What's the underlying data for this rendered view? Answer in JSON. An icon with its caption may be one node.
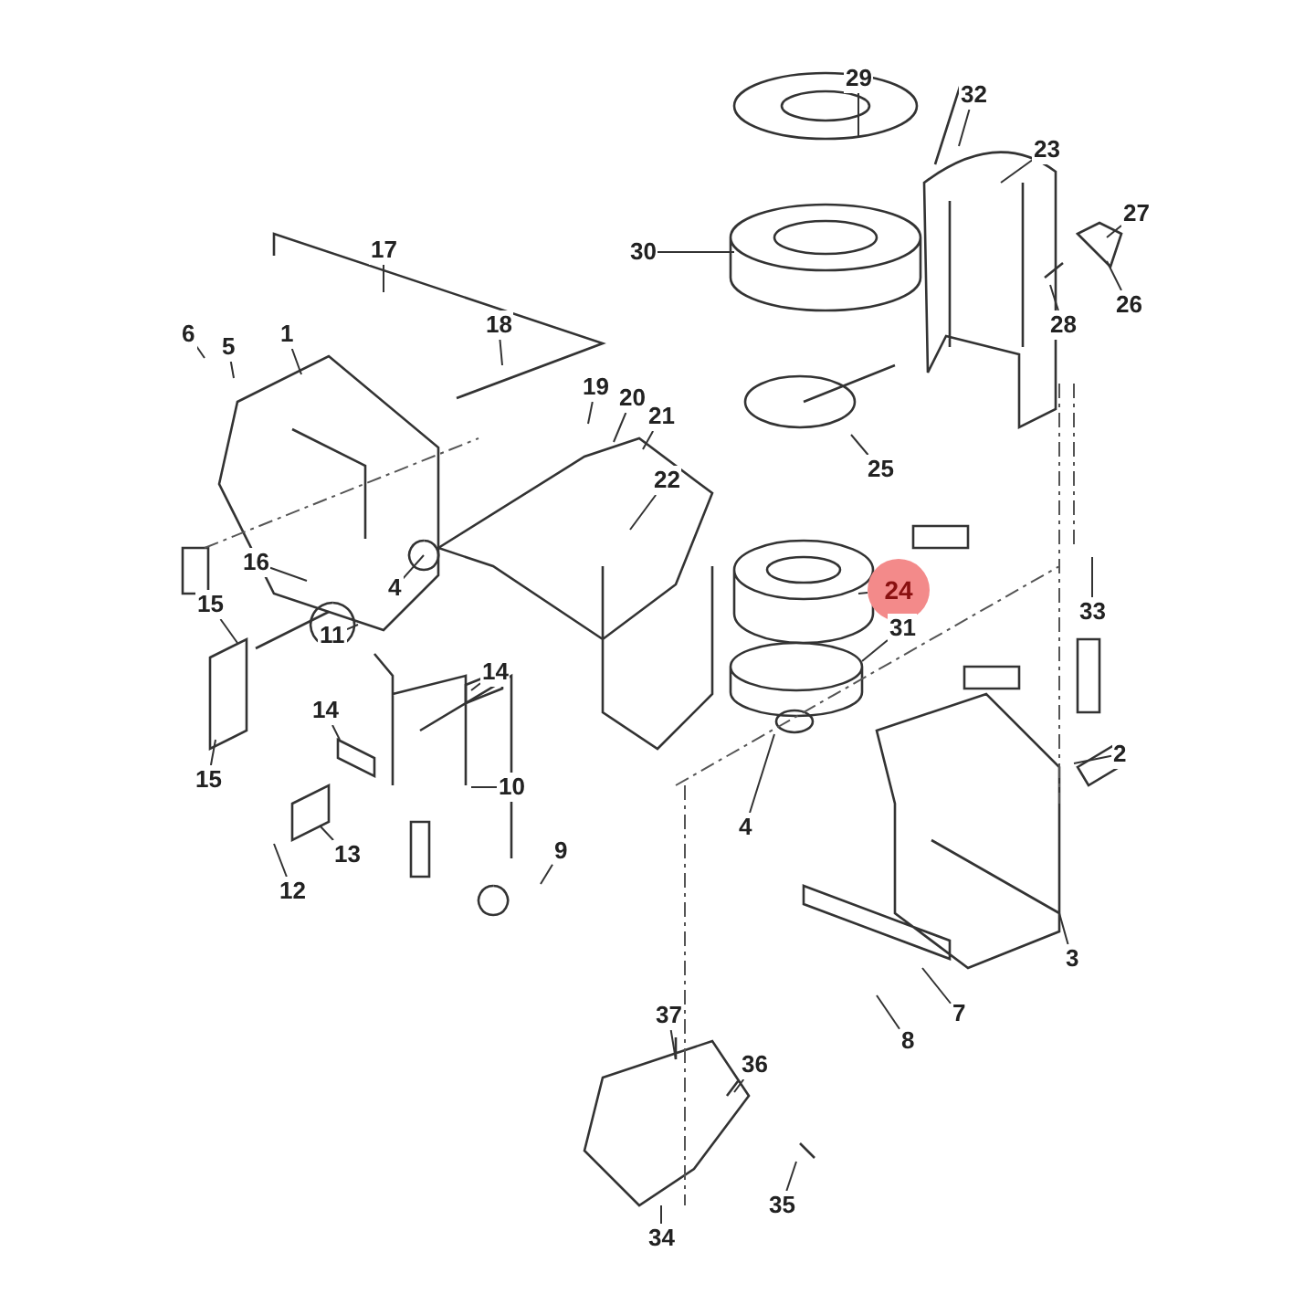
{
  "diagram": {
    "nodes": [
      {
        "text": [
          "29"
        ]
      },
      {
        "text": [
          "32"
        ]
      },
      {
        "text": [
          "23"
        ]
      },
      {
        "text": [
          "30"
        ]
      },
      {
        "text": [
          "27"
        ]
      },
      {
        "text": [
          "26"
        ]
      },
      {
        "text": [
          "17"
        ]
      },
      {
        "text": [
          "6"
        ]
      },
      {
        "text": [
          "5"
        ]
      },
      {
        "text": [
          "1"
        ]
      },
      {
        "text": [
          "18"
        ]
      },
      {
        "text": [
          "28"
        ]
      },
      {
        "text": [
          "19"
        ]
      },
      {
        "text": [
          "20"
        ]
      },
      {
        "text": [
          "21"
        ]
      },
      {
        "text": [
          "22"
        ]
      },
      {
        "text": [
          "25"
        ]
      },
      {
        "text": [
          "33"
        ]
      },
      {
        "text": [
          "24"
        ]
      },
      {
        "text": [
          "16"
        ]
      },
      {
        "text": [
          "4"
        ]
      },
      {
        "text": [
          "15"
        ]
      },
      {
        "text": [
          "11"
        ]
      },
      {
        "text": [
          "14"
        ]
      },
      {
        "text": [
          "31"
        ]
      },
      {
        "text": [
          "14"
        ]
      },
      {
        "text": [
          "15"
        ]
      },
      {
        "text": [
          "10"
        ]
      },
      {
        "text": [
          "13"
        ]
      },
      {
        "text": [
          "12"
        ]
      },
      {
        "text": [
          "9"
        ]
      },
      {
        "text": [
          "4"
        ]
      },
      {
        "text": [
          "2"
        ]
      },
      {
        "text": [
          "3"
        ]
      },
      {
        "text": [
          "7"
        ]
      },
      {
        "text": [
          "8"
        ]
      },
      {
        "text": [
          "37"
        ]
      },
      {
        "text": [
          "36"
        ]
      },
      {
        "text": [
          "35"
        ]
      },
      {
        "text": [
          "34"
        ]
      }
    ],
    "edges": [
      {
        "from": 0,
        "to": null,
        "arrow": "none"
      },
      {
        "from": 1,
        "to": null,
        "arrow": "none"
      },
      {
        "from": 2,
        "to": null,
        "arrow": "none"
      },
      {
        "from": 3,
        "to": null,
        "arrow": "none"
      },
      {
        "from": 4,
        "to": null,
        "arrow": "none"
      },
      {
        "from": 5,
        "to": null,
        "arrow": "none"
      },
      {
        "from": 6,
        "to": null,
        "arrow": "none"
      },
      {
        "from": 7,
        "to": null,
        "arrow": "none"
      },
      {
        "from": 8,
        "to": null,
        "arrow": "none"
      },
      {
        "from": 9,
        "to": null,
        "arrow": "none"
      },
      {
        "from": 10,
        "to": null,
        "arrow": "none"
      },
      {
        "from": 11,
        "to": null,
        "arrow": "none"
      },
      {
        "from": 12,
        "to": null,
        "arrow": "none"
      },
      {
        "from": 13,
        "to": null,
        "arrow": "none"
      },
      {
        "from": 14,
        "to": null,
        "arrow": "none"
      },
      {
        "from": 15,
        "to": null,
        "arrow": "none"
      },
      {
        "from": 16,
        "to": null,
        "arrow": "none"
      },
      {
        "from": 17,
        "to": null,
        "arrow": "none"
      },
      {
        "from": 18,
        "to": null,
        "arrow": "none"
      },
      {
        "from": 19,
        "to": null,
        "arrow": "none"
      },
      {
        "from": 20,
        "to": null,
        "arrow": "none"
      },
      {
        "from": 21,
        "to": null,
        "arrow": "none"
      },
      {
        "from": 22,
        "to": null,
        "arrow": "none"
      },
      {
        "from": 23,
        "to": null,
        "arrow": "none"
      },
      {
        "from": 24,
        "to": null,
        "arrow": "none"
      },
      {
        "from": 25,
        "to": null,
        "arrow": "none"
      },
      {
        "from": 26,
        "to": null,
        "arrow": "none"
      },
      {
        "from": 27,
        "to": null,
        "arrow": "none"
      },
      {
        "from": 28,
        "to": null,
        "arrow": "none"
      },
      {
        "from": 29,
        "to": null,
        "arrow": "none"
      },
      {
        "from": 30,
        "to": null,
        "arrow": "none"
      },
      {
        "from": 31,
        "to": null,
        "arrow": "none"
      },
      {
        "from": 32,
        "to": null,
        "arrow": "none"
      },
      {
        "from": 33,
        "to": null,
        "arrow": "none"
      },
      {
        "from": 34,
        "to": null,
        "arrow": "none"
      },
      {
        "from": 35,
        "to": null,
        "arrow": "none"
      },
      {
        "from": 36,
        "to": null,
        "arrow": "none"
      },
      {
        "from": 37,
        "to": null,
        "arrow": "none"
      },
      {
        "from": 38,
        "to": null,
        "arrow": "none"
      },
      {
        "from": 39,
        "to": null,
        "arrow": "none"
      }
    ]
  }
}
